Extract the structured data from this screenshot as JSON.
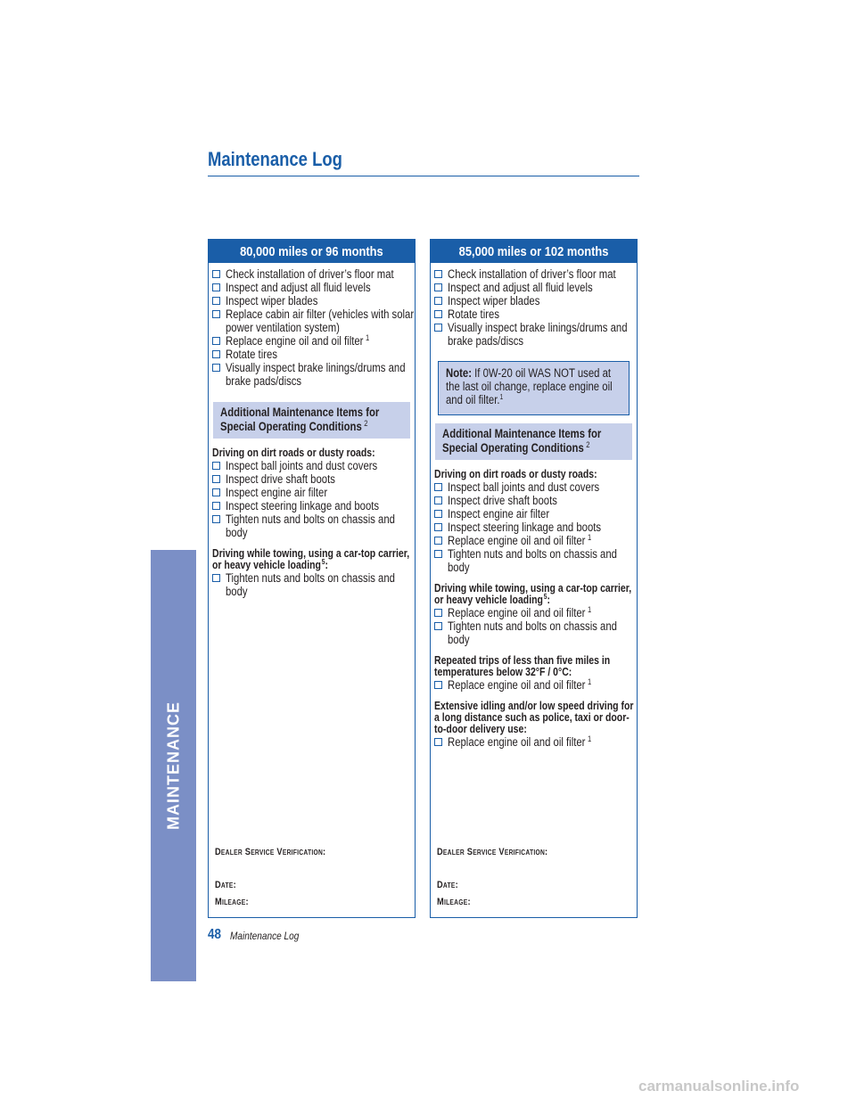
{
  "page": {
    "title": "Maintenance Log",
    "side_tab": "MAINTENANCE",
    "page_number": "48",
    "page_label": "Maintenance Log",
    "watermark": "carmanualsonline.info"
  },
  "left": {
    "header": "80,000 miles or 96 months",
    "items": [
      {
        "text": "Check installation of driver’s floor mat",
        "sup": ""
      },
      {
        "text": "Inspect and adjust all fluid levels",
        "sup": ""
      },
      {
        "text": "Inspect wiper blades",
        "sup": ""
      },
      {
        "text": "Replace cabin air filter (vehicles with solar power ventilation system)",
        "sup": ""
      },
      {
        "text": "Replace engine oil and oil filter",
        "sup": "1"
      },
      {
        "text": "Rotate tires",
        "sup": ""
      },
      {
        "text": "Visually inspect brake linings/drums and brake pads/discs",
        "sup": ""
      }
    ],
    "additional": {
      "text": "Additional Maintenance Items for Special Operating Conditions",
      "sup": "2"
    },
    "sections": [
      {
        "heading": "Driving on dirt roads or dusty roads:",
        "heading_sup": "",
        "heading_suffix": "",
        "items": [
          {
            "text": "Inspect ball joints and dust covers",
            "sup": ""
          },
          {
            "text": "Inspect drive shaft boots",
            "sup": ""
          },
          {
            "text": "Inspect engine air filter",
            "sup": ""
          },
          {
            "text": "Inspect steering linkage and boots",
            "sup": ""
          },
          {
            "text": "Tighten nuts and bolts on chassis and body",
            "sup": ""
          }
        ]
      },
      {
        "heading": "Driving while towing, using a car-top carrier, or heavy vehicle loading",
        "heading_sup": "5",
        "heading_suffix": ":",
        "items": [
          {
            "text": "Tighten nuts and bolts on chassis and body",
            "sup": ""
          }
        ]
      }
    ],
    "verification": "Dealer Service Verification:",
    "date": "Date:",
    "mileage": "Mileage:"
  },
  "right": {
    "header": "85,000 miles or 102 months",
    "items": [
      {
        "text": "Check installation of driver’s floor mat",
        "sup": ""
      },
      {
        "text": "Inspect and adjust all fluid levels",
        "sup": ""
      },
      {
        "text": "Inspect wiper blades",
        "sup": ""
      },
      {
        "text": "Rotate tires",
        "sup": ""
      },
      {
        "text": "Visually inspect brake linings/drums and brake pads/discs",
        "sup": ""
      }
    ],
    "note": {
      "label": "Note:",
      "text": "If 0W-20 oil WAS NOT used at the last oil change, replace engine oil and oil filter.",
      "sup": "1"
    },
    "additional": {
      "text": "Additional Maintenance Items for Special Operating Conditions",
      "sup": "2"
    },
    "sections": [
      {
        "heading": "Driving on dirt roads or dusty roads:",
        "heading_sup": "",
        "heading_suffix": "",
        "items": [
          {
            "text": "Inspect ball joints and dust covers",
            "sup": ""
          },
          {
            "text": "Inspect drive shaft boots",
            "sup": ""
          },
          {
            "text": "Inspect engine air filter",
            "sup": ""
          },
          {
            "text": "Inspect steering linkage and boots",
            "sup": ""
          },
          {
            "text": "Replace engine oil and oil filter",
            "sup": "1"
          },
          {
            "text": "Tighten nuts and bolts on chassis and body",
            "sup": ""
          }
        ]
      },
      {
        "heading": "Driving while towing, using a car-top carrier, or heavy vehicle loading",
        "heading_sup": "5",
        "heading_suffix": ":",
        "items": [
          {
            "text": "Replace engine oil and oil filter",
            "sup": "1"
          },
          {
            "text": "Tighten nuts and bolts on chassis and body",
            "sup": ""
          }
        ]
      },
      {
        "heading": "Repeated trips of less than five miles in temperatures below 32°F / 0°C:",
        "heading_sup": "",
        "heading_suffix": "",
        "items": [
          {
            "text": "Replace engine oil and oil filter",
            "sup": "1"
          }
        ]
      },
      {
        "heading": "Extensive idling and/or low speed driving for a long distance such as police, taxi or door-to-door delivery use:",
        "heading_sup": "",
        "heading_suffix": "",
        "items": [
          {
            "text": "Replace engine oil and oil filter",
            "sup": "1"
          }
        ]
      }
    ],
    "verification": "Dealer Service Verification:",
    "date": "Date:",
    "mileage": "Mileage:"
  }
}
